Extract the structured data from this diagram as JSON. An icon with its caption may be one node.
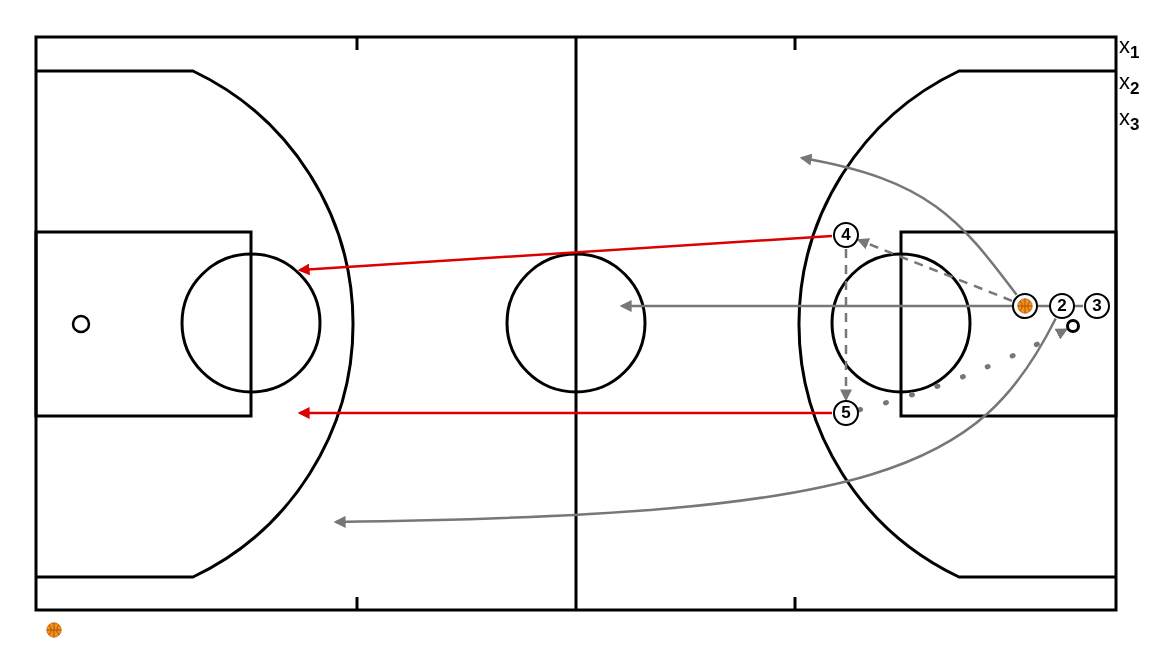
{
  "diagram": {
    "nodes": [
      {
        "text": [
          "4"
        ]
      },
      {
        "text": [],
        "shape": "circle"
      },
      {
        "text": [
          "2"
        ]
      },
      {
        "text": [
          "3"
        ]
      },
      {
        "text": [],
        "shape": "circle"
      },
      {
        "text": [
          "5"
        ]
      }
    ],
    "edges": [
      {
        "from": 1,
        "to": null,
        "arrow": "to"
      },
      {
        "from": 1,
        "to": 0,
        "arrow": "to",
        "style": "dashed"
      },
      {
        "from": 3,
        "to": null,
        "arrow": "to"
      },
      {
        "from": 2,
        "to": null,
        "arrow": "to"
      },
      {
        "from": 0,
        "to": null,
        "arrow": "to",
        "color": "#dd0000"
      },
      {
        "from": 5,
        "to": null,
        "arrow": "to",
        "color": "#dd0000"
      },
      {
        "from": 0,
        "to": 5,
        "arrow": "to",
        "style": "dashed"
      },
      {
        "from": 5,
        "to": 4,
        "arrow": "to",
        "style": "dashed"
      }
    ],
    "labels": [
      "x$_{1}$",
      "x$_{2}$",
      "x$_{3}$"
    ]
  }
}
